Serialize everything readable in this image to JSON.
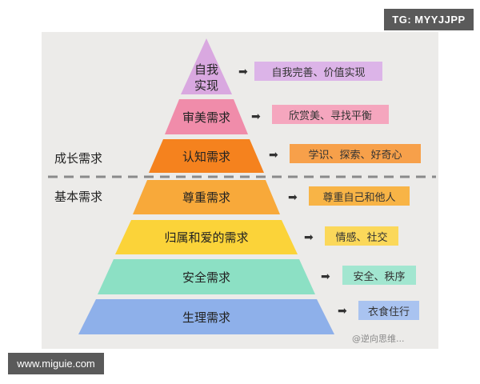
{
  "badges": {
    "top_right": "TG: MYYJJPP",
    "bottom_left": "www.miguie.com"
  },
  "side_labels": {
    "growth": "成长需求",
    "basic": "基本需求"
  },
  "levels": [
    {
      "name_line1": "自我",
      "name_line2": "实现",
      "desc": "自我完善、价值实现",
      "color": "#d9a8e0",
      "desc_color": "#dcb4e8"
    },
    {
      "name": "审美需求",
      "desc": "欣赏美、寻找平衡",
      "color": "#f08caa",
      "desc_color": "#f5a6be"
    },
    {
      "name": "认知需求",
      "desc": "学识、探索、好奇心",
      "color": "#f5821e",
      "desc_color": "#f7a04a"
    },
    {
      "name": "尊重需求",
      "desc": "尊重自己和他人",
      "color": "#f8a93a",
      "desc_color": "#f8b446"
    },
    {
      "name": "归属和爱的需求",
      "desc": "情感、社交",
      "color": "#fbd339",
      "desc_color": "#fbd85a"
    },
    {
      "name": "安全需求",
      "desc": "安全、秩序",
      "color": "#8ce0c4",
      "desc_color": "#a2e6d0"
    },
    {
      "name": "生理需求",
      "desc": "衣食住行",
      "color": "#8eb0ea",
      "desc_color": "#a9c3f0"
    }
  ],
  "arrow_glyph": "➡",
  "watermark": "@逆向思维..."
}
